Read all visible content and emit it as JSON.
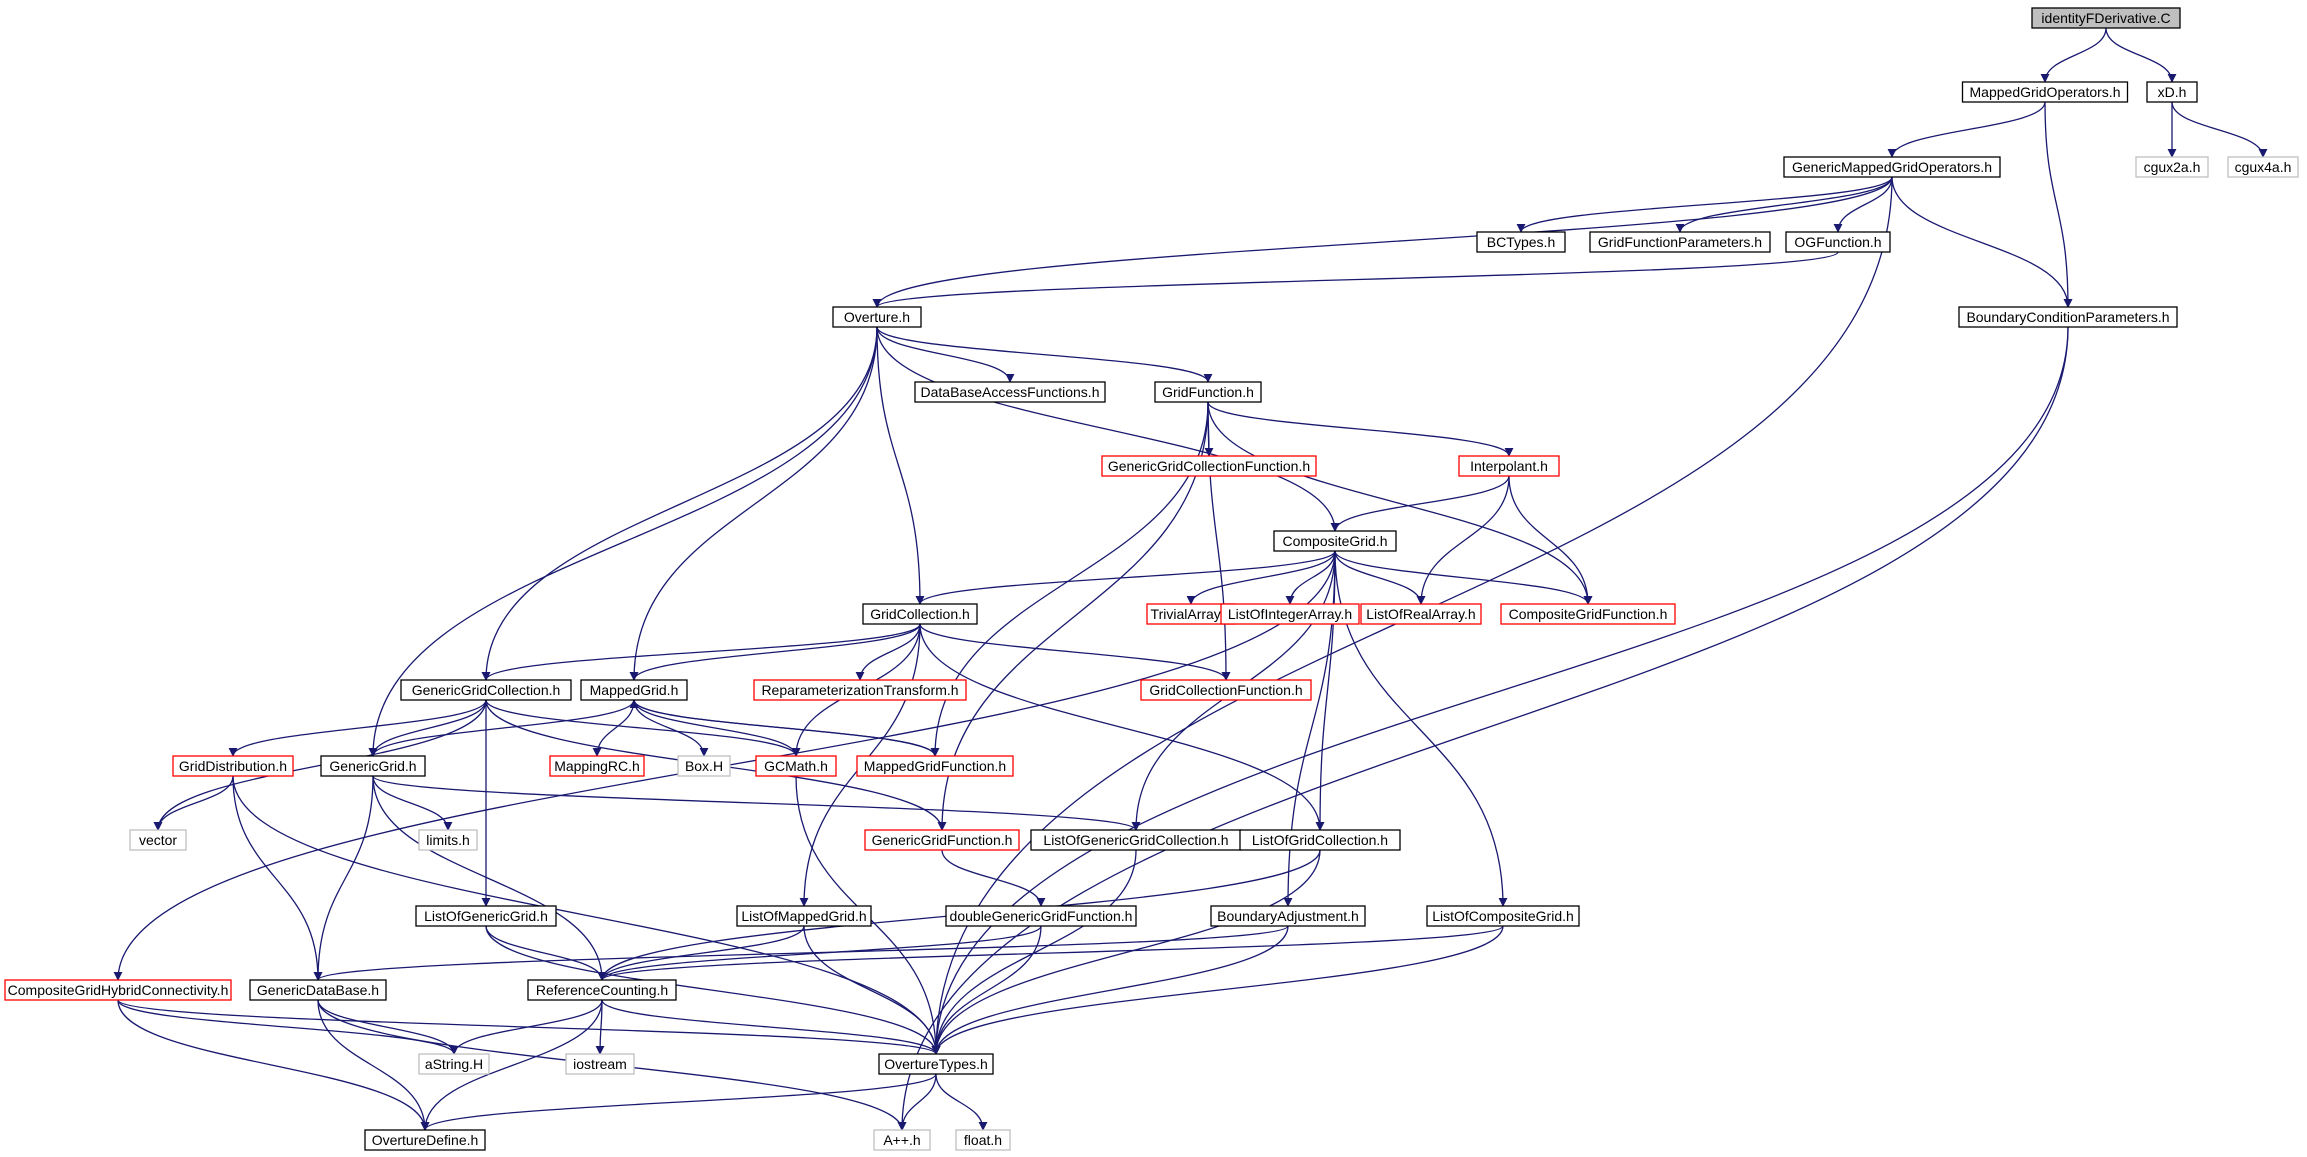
{
  "graph": {
    "nodes": [
      {
        "id": "identityFDerivative",
        "label": "identityFDerivative.C",
        "style": "root"
      },
      {
        "id": "MappedGridOperators",
        "label": "MappedGridOperators.h",
        "style": "normal"
      },
      {
        "id": "xD",
        "label": "xD.h",
        "style": "normal"
      },
      {
        "id": "cgux2a",
        "label": "cgux2a.h",
        "style": "external"
      },
      {
        "id": "cgux4a",
        "label": "cgux4a.h",
        "style": "external"
      },
      {
        "id": "GenericMappedGridOperators",
        "label": "GenericMappedGridOperators.h",
        "style": "normal"
      },
      {
        "id": "BCTypes",
        "label": "BCTypes.h",
        "style": "normal"
      },
      {
        "id": "GridFunctionParameters",
        "label": "GridFunctionParameters.h",
        "style": "normal"
      },
      {
        "id": "OGFunction",
        "label": "OGFunction.h",
        "style": "normal"
      },
      {
        "id": "BoundaryConditionParameters",
        "label": "BoundaryConditionParameters.h",
        "style": "normal"
      },
      {
        "id": "Overture",
        "label": "Overture.h",
        "style": "normal"
      },
      {
        "id": "DataBaseAccessFunctions",
        "label": "DataBaseAccessFunctions.h",
        "style": "normal"
      },
      {
        "id": "GridFunction",
        "label": "GridFunction.h",
        "style": "normal"
      },
      {
        "id": "GenericGridCollectionFunction",
        "label": "GenericGridCollectionFunction.h",
        "style": "truncated"
      },
      {
        "id": "Interpolant",
        "label": "Interpolant.h",
        "style": "truncated"
      },
      {
        "id": "CompositeGrid",
        "label": "CompositeGrid.h",
        "style": "normal"
      },
      {
        "id": "GridCollection",
        "label": "GridCollection.h",
        "style": "normal"
      },
      {
        "id": "TrivialArray",
        "label": "TrivialArray.h",
        "style": "truncated"
      },
      {
        "id": "ListOfIntegerArray",
        "label": "ListOfIntegerArray.h",
        "style": "truncated"
      },
      {
        "id": "ListOfRealArray",
        "label": "ListOfRealArray.h",
        "style": "truncated"
      },
      {
        "id": "CompositeGridFunction",
        "label": "CompositeGridFunction.h",
        "style": "truncated"
      },
      {
        "id": "GenericGridCollection",
        "label": "GenericGridCollection.h",
        "style": "normal"
      },
      {
        "id": "MappedGrid",
        "label": "MappedGrid.h",
        "style": "normal"
      },
      {
        "id": "ReparameterizationTransform",
        "label": "ReparameterizationTransform.h",
        "style": "truncated"
      },
      {
        "id": "GridCollectionFunction",
        "label": "GridCollectionFunction.h",
        "style": "truncated"
      },
      {
        "id": "GridDistribution",
        "label": "GridDistribution.h",
        "style": "truncated"
      },
      {
        "id": "GenericGrid",
        "label": "GenericGrid.h",
        "style": "normal"
      },
      {
        "id": "MappingRC",
        "label": "MappingRC.h",
        "style": "truncated"
      },
      {
        "id": "BoxH",
        "label": "Box.H",
        "style": "external"
      },
      {
        "id": "GCMath",
        "label": "GCMath.h",
        "style": "truncated"
      },
      {
        "id": "MappedGridFunction",
        "label": "MappedGridFunction.h",
        "style": "truncated"
      },
      {
        "id": "vector",
        "label": "vector",
        "style": "external"
      },
      {
        "id": "limits",
        "label": "limits.h",
        "style": "external"
      },
      {
        "id": "GenericGridFunction",
        "label": "GenericGridFunction.h",
        "style": "truncated"
      },
      {
        "id": "ListOfGenericGridCollection",
        "label": "ListOfGenericGridCollection.h",
        "style": "normal"
      },
      {
        "id": "ListOfGridCollection",
        "label": "ListOfGridCollection.h",
        "style": "normal"
      },
      {
        "id": "ListOfGenericGrid",
        "label": "ListOfGenericGrid.h",
        "style": "normal"
      },
      {
        "id": "ListOfMappedGrid",
        "label": "ListOfMappedGrid.h",
        "style": "normal"
      },
      {
        "id": "doubleGenericGridFunction",
        "label": "doubleGenericGridFunction.h",
        "style": "normal"
      },
      {
        "id": "BoundaryAdjustment",
        "label": "BoundaryAdjustment.h",
        "style": "normal"
      },
      {
        "id": "ListOfCompositeGrid",
        "label": "ListOfCompositeGrid.h",
        "style": "normal"
      },
      {
        "id": "CompositeGridHybridConnectivity",
        "label": "CompositeGridHybridConnectivity.h",
        "style": "truncated"
      },
      {
        "id": "GenericDataBase",
        "label": "GenericDataBase.h",
        "style": "normal"
      },
      {
        "id": "ReferenceCounting",
        "label": "ReferenceCounting.h",
        "style": "normal"
      },
      {
        "id": "aString",
        "label": "aString.H",
        "style": "external"
      },
      {
        "id": "iostream",
        "label": "iostream",
        "style": "external"
      },
      {
        "id": "OvertureTypes",
        "label": "OvertureTypes.h",
        "style": "normal"
      },
      {
        "id": "OvertureDefine",
        "label": "OvertureDefine.h",
        "style": "normal"
      },
      {
        "id": "Aplusplus",
        "label": "A++.h",
        "style": "external"
      },
      {
        "id": "float",
        "label": "float.h",
        "style": "external"
      }
    ],
    "edges": [
      [
        "identityFDerivative",
        "MappedGridOperators"
      ],
      [
        "identityFDerivative",
        "xD"
      ],
      [
        "xD",
        "cgux2a"
      ],
      [
        "xD",
        "cgux4a"
      ],
      [
        "MappedGridOperators",
        "GenericMappedGridOperators"
      ],
      [
        "MappedGridOperators",
        "BoundaryConditionParameters"
      ],
      [
        "GenericMappedGridOperators",
        "Overture"
      ],
      [
        "GenericMappedGridOperators",
        "BCTypes"
      ],
      [
        "GenericMappedGridOperators",
        "GridFunctionParameters"
      ],
      [
        "GenericMappedGridOperators",
        "OGFunction"
      ],
      [
        "GenericMappedGridOperators",
        "BoundaryConditionParameters"
      ],
      [
        "GenericMappedGridOperators",
        "OvertureTypes"
      ],
      [
        "OGFunction",
        "Overture"
      ],
      [
        "BoundaryConditionParameters",
        "OvertureTypes"
      ],
      [
        "BoundaryConditionParameters",
        "Aplusplus"
      ],
      [
        "Overture",
        "DataBaseAccessFunctions"
      ],
      [
        "Overture",
        "GridFunction"
      ],
      [
        "Overture",
        "CompositeGrid"
      ],
      [
        "Overture",
        "GridCollection"
      ],
      [
        "Overture",
        "GenericGridCollection"
      ],
      [
        "Overture",
        "MappedGrid"
      ],
      [
        "Overture",
        "GenericGrid"
      ],
      [
        "GridFunction",
        "GenericGridCollectionFunction"
      ],
      [
        "GridFunction",
        "Interpolant"
      ],
      [
        "GridFunction",
        "CompositeGridFunction"
      ],
      [
        "GridFunction",
        "GridCollectionFunction"
      ],
      [
        "GridFunction",
        "MappedGridFunction"
      ],
      [
        "GridFunction",
        "GenericGridFunction"
      ],
      [
        "Interpolant",
        "CompositeGrid"
      ],
      [
        "Interpolant",
        "ListOfRealArray"
      ],
      [
        "Interpolant",
        "CompositeGridFunction"
      ],
      [
        "CompositeGrid",
        "GridCollection"
      ],
      [
        "CompositeGrid",
        "TrivialArray"
      ],
      [
        "CompositeGrid",
        "ListOfIntegerArray"
      ],
      [
        "CompositeGrid",
        "ListOfRealArray"
      ],
      [
        "CompositeGrid",
        "CompositeGridFunction"
      ],
      [
        "CompositeGrid",
        "ListOfGenericGridCollection"
      ],
      [
        "CompositeGrid",
        "ListOfGridCollection"
      ],
      [
        "CompositeGrid",
        "BoundaryAdjustment"
      ],
      [
        "CompositeGrid",
        "ListOfCompositeGrid"
      ],
      [
        "CompositeGrid",
        "CompositeGridHybridConnectivity"
      ],
      [
        "GridCollection",
        "GenericGridCollection"
      ],
      [
        "GridCollection",
        "MappedGrid"
      ],
      [
        "GridCollection",
        "ReparameterizationTransform"
      ],
      [
        "GridCollection",
        "GridCollectionFunction"
      ],
      [
        "GridCollection",
        "GCMath"
      ],
      [
        "GridCollection",
        "ListOfGridCollection"
      ],
      [
        "GridCollection",
        "ListOfMappedGrid"
      ],
      [
        "GenericGridCollection",
        "GridDistribution"
      ],
      [
        "GenericGridCollection",
        "GenericGrid"
      ],
      [
        "GenericGridCollection",
        "vector"
      ],
      [
        "GenericGridCollection",
        "GCMath"
      ],
      [
        "GenericGridCollection",
        "GenericGridFunction"
      ],
      [
        "GenericGridCollection",
        "ListOfGenericGrid"
      ],
      [
        "MappedGrid",
        "GenericGrid"
      ],
      [
        "MappedGrid",
        "MappingRC"
      ],
      [
        "MappedGrid",
        "BoxH"
      ],
      [
        "MappedGrid",
        "GCMath"
      ],
      [
        "MappedGrid",
        "MappedGridFunction"
      ],
      [
        "MappedGridFunction",
        "MappedGrid"
      ],
      [
        "GridDistribution",
        "vector"
      ],
      [
        "GridDistribution",
        "GenericDataBase"
      ],
      [
        "GridDistribution",
        "OvertureTypes"
      ],
      [
        "GenericGrid",
        "limits"
      ],
      [
        "GenericGrid",
        "GenericDataBase"
      ],
      [
        "GenericGrid",
        "ReferenceCounting"
      ],
      [
        "GenericGrid",
        "ListOfGenericGridCollection"
      ],
      [
        "GCMath",
        "OvertureTypes"
      ],
      [
        "GenericGridFunction",
        "doubleGenericGridFunction"
      ],
      [
        "ListOfGenericGridCollection",
        "OvertureTypes"
      ],
      [
        "ListOfGridCollection",
        "ReferenceCounting"
      ],
      [
        "ListOfGridCollection",
        "OvertureTypes"
      ],
      [
        "ListOfGenericGrid",
        "ReferenceCounting"
      ],
      [
        "ListOfGenericGrid",
        "OvertureTypes"
      ],
      [
        "ListOfMappedGrid",
        "ReferenceCounting"
      ],
      [
        "ListOfMappedGrid",
        "OvertureTypes"
      ],
      [
        "doubleGenericGridFunction",
        "ReferenceCounting"
      ],
      [
        "doubleGenericGridFunction",
        "OvertureTypes"
      ],
      [
        "BoundaryAdjustment",
        "GenericDataBase"
      ],
      [
        "BoundaryAdjustment",
        "OvertureTypes"
      ],
      [
        "ListOfCompositeGrid",
        "ReferenceCounting"
      ],
      [
        "ListOfCompositeGrid",
        "OvertureTypes"
      ],
      [
        "CompositeGridHybridConnectivity",
        "aString"
      ],
      [
        "CompositeGridHybridConnectivity",
        "OvertureTypes"
      ],
      [
        "CompositeGridHybridConnectivity",
        "OvertureDefine"
      ],
      [
        "GenericDataBase",
        "aString"
      ],
      [
        "GenericDataBase",
        "OvertureDefine"
      ],
      [
        "GenericDataBase",
        "Aplusplus"
      ],
      [
        "ReferenceCounting",
        "aString"
      ],
      [
        "ReferenceCounting",
        "iostream"
      ],
      [
        "ReferenceCounting",
        "OvertureTypes"
      ],
      [
        "ReferenceCounting",
        "OvertureDefine"
      ],
      [
        "OvertureTypes",
        "OvertureDefine"
      ],
      [
        "OvertureTypes",
        "Aplusplus"
      ],
      [
        "OvertureTypes",
        "float"
      ]
    ]
  },
  "colors": {
    "edge": "#191970",
    "normal_border": "#000000",
    "truncated_border": "#ff0000",
    "external_border": "#bfbfbf",
    "root_fill": "#bfbfbf",
    "text": "#000000"
  }
}
